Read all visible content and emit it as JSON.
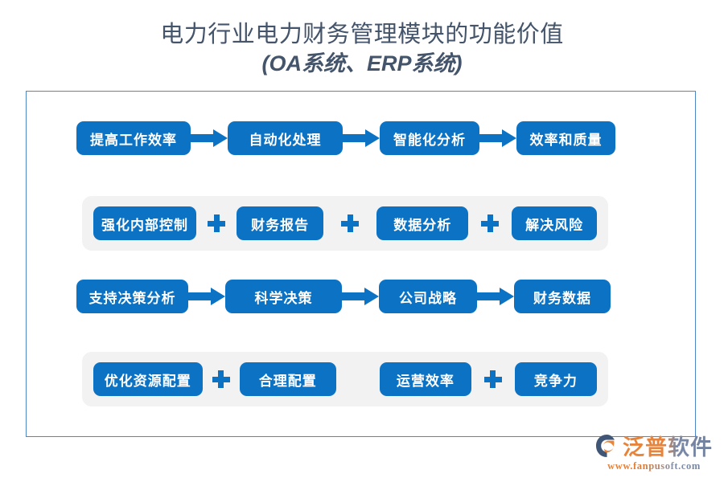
{
  "title": {
    "line1": "电力行业电力财务管理模块的功能价值",
    "line2": "(OA系统、ERP系统)"
  },
  "colors": {
    "box_blue": "#0b72c4",
    "frame_border": "#4f86c6",
    "row_band_gray": "#f2f2f2",
    "title_text": "#44546a",
    "logo_orange": "#e8833a",
    "logo_slate": "#73839f"
  },
  "diagram": {
    "rows": [
      {
        "connector": "arrow",
        "boxes": [
          {
            "label": "提高工作效率"
          },
          {
            "label": "自动化处理"
          },
          {
            "label": "智能化分析"
          },
          {
            "label": "效率和质量"
          }
        ]
      },
      {
        "connector": "plus",
        "boxes": [
          {
            "label": "强化内部控制"
          },
          {
            "label": "财务报告"
          },
          {
            "label": "数据分析"
          },
          {
            "label": "解决风险"
          }
        ]
      },
      {
        "connector": "arrow",
        "boxes": [
          {
            "label": "支持决策分析"
          },
          {
            "label": "科学决策"
          },
          {
            "label": "公司战略"
          },
          {
            "label": "财务数据"
          }
        ]
      },
      {
        "connector": "plus",
        "boxes": [
          {
            "label": "优化资源配置"
          },
          {
            "label": "合理配置"
          },
          {
            "label": "运营效率"
          },
          {
            "label": "竞争力"
          }
        ]
      }
    ]
  },
  "logo": {
    "mark": "fanpu-swoosh-logo-icon",
    "name": "泛普软件",
    "url": "www.fanpusoft.com"
  }
}
